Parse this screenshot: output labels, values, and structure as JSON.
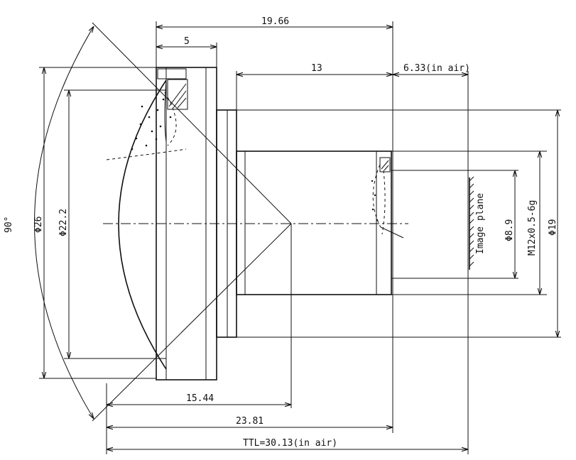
{
  "dimensions": {
    "overall_mechanical_length": "19.66",
    "flange_width": "5",
    "barrel_length": "13",
    "back_focal_air": "6.33(in air)",
    "front_diameter": "Φ26",
    "front_clear_aperture": "Φ22.2",
    "field_of_view": "90°",
    "rear_aperture": "Φ8.9",
    "thread_spec": "M12x0.5-6g",
    "body_diameter": "Φ19",
    "vertex_to_center": "15.44",
    "vertex_to_flange": "23.81",
    "total_track": "TTL=30.13(in air)"
  },
  "labels": {
    "image_plane": "Image plane"
  }
}
